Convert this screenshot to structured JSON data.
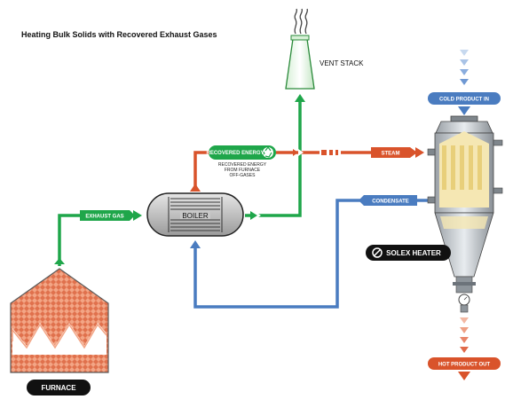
{
  "title": "Heating Bulk Solids with Recovered Exhaust Gases",
  "labels": {
    "vent_stack": "VENT STACK",
    "cold_product_in": "COLD PRODUCT IN",
    "recovered_energy": "RECOVERED ENERGY",
    "recovered_energy_note": [
      "RECOVERED ENERGY",
      "FROM FURNACE",
      "OFF-GASES"
    ],
    "steam": "STEAM",
    "exhaust_gas": "EXHAUST GAS",
    "boiler": "BOILER",
    "condensate": "CONDENSATE",
    "solex_heater": "SOLEX HEATER",
    "furnace": "FURNACE",
    "hot_product_out": "HOT PRODUCT OUT"
  },
  "colors": {
    "green": "#1fa64a",
    "red": "#d9532b",
    "blue": "#4a7cc0",
    "black": "#111111",
    "furnace": "#e0714d"
  },
  "icons": {
    "recycle": "recycle-icon",
    "solex_logo": "solex-logo-icon"
  }
}
